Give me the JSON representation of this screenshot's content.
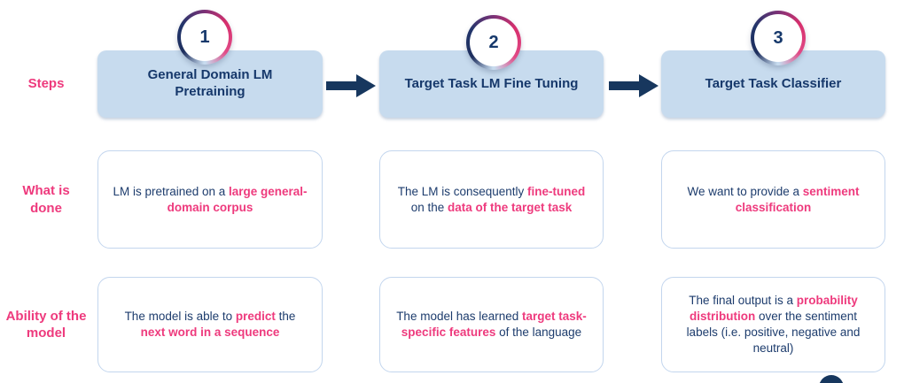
{
  "colors": {
    "navy_text": "#1d3c6d",
    "navy_dark": "#17375e",
    "pink_accent": "#ee3a7d",
    "step_box_blue": "#c7dbee",
    "info_box_border": "#c3d6ee",
    "circle_gradient_start": "#1e2f5e",
    "circle_gradient_end": "#d62f6d"
  },
  "rows": {
    "steps_label": "Steps",
    "what_label": "What is done",
    "ability_label": "Ability of the model"
  },
  "icons": {
    "step_arrow": "arrow-right-icon",
    "bottom_right": "partial-circle-button"
  },
  "steps": [
    {
      "number": "1",
      "title": "General Domain LM Pretraining",
      "what_is_done": [
        {
          "text": "LM is pretrained on a ",
          "highlight": false
        },
        {
          "text": "large general-domain corpus",
          "highlight": true
        }
      ],
      "ability": [
        {
          "text": "The model is able to ",
          "highlight": false
        },
        {
          "text": "predict",
          "highlight": true
        },
        {
          "text": " the ",
          "highlight": false
        },
        {
          "text": "next word in a sequence",
          "highlight": true
        }
      ]
    },
    {
      "number": "2",
      "title": "Target Task LM Fine Tuning",
      "what_is_done": [
        {
          "text": "The LM is consequently ",
          "highlight": false
        },
        {
          "text": "fine-tuned",
          "highlight": true
        },
        {
          "text": " on the ",
          "highlight": false
        },
        {
          "text": "data of the target task",
          "highlight": true
        }
      ],
      "ability": [
        {
          "text": "The model has learned ",
          "highlight": false
        },
        {
          "text": "target task-specific features",
          "highlight": true
        },
        {
          "text": " of the language",
          "highlight": false
        }
      ]
    },
    {
      "number": "3",
      "title": "Target Task Classifier",
      "what_is_done": [
        {
          "text": "We want to provide a ",
          "highlight": false
        },
        {
          "text": "sentiment classification",
          "highlight": true
        }
      ],
      "ability": [
        {
          "text": "The final output is a ",
          "highlight": false
        },
        {
          "text": "probability distribution",
          "highlight": true
        },
        {
          "text": " over the sentiment labels (i.e. positive, negative and neutral)",
          "highlight": false
        }
      ]
    }
  ]
}
